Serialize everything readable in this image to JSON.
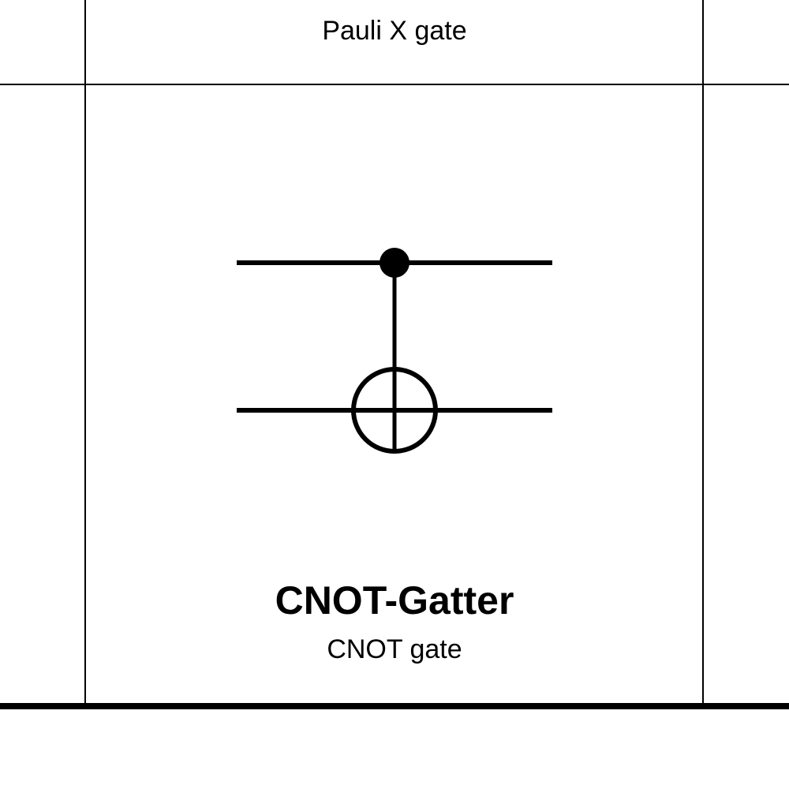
{
  "top_cell": {
    "caption": "Pauli X gate"
  },
  "main_cell": {
    "title": "CNOT-Gatter",
    "subtitle": "CNOT gate"
  },
  "colors": {
    "line": "#000000",
    "background": "#ffffff"
  }
}
